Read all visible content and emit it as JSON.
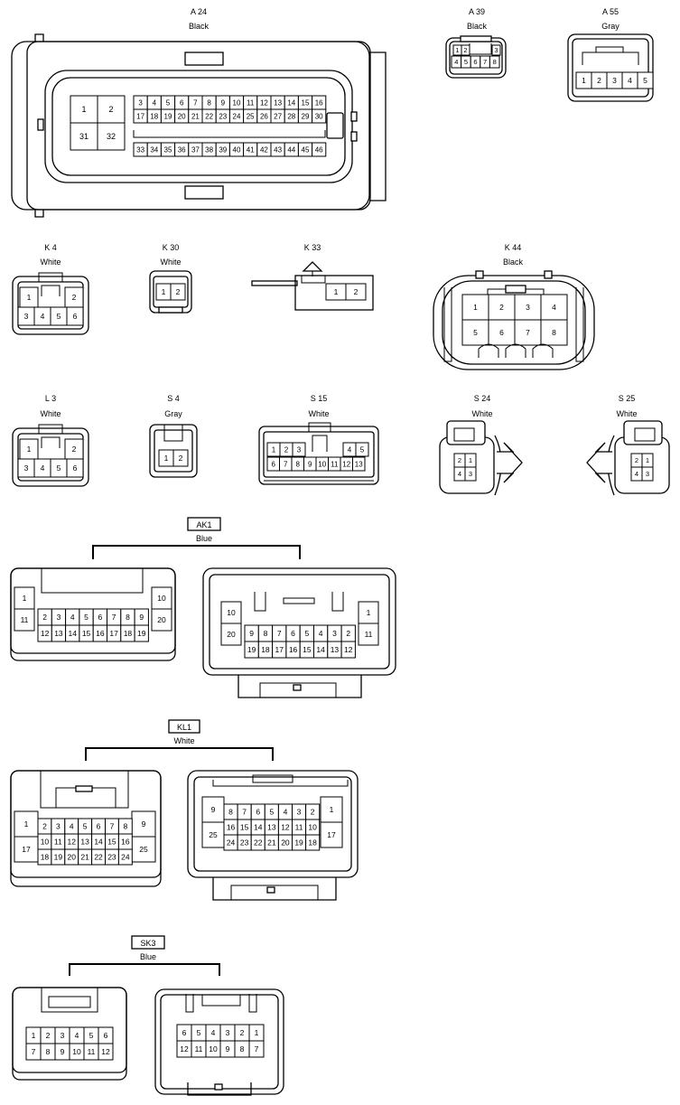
{
  "connectors": {
    "A24": {
      "label": "A 24",
      "color": "Black",
      "big_pins": [
        "1",
        "2",
        "31",
        "32"
      ],
      "row1": [
        "3",
        "4",
        "5",
        "6",
        "7",
        "8",
        "9",
        "10",
        "11",
        "12",
        "13",
        "14",
        "15",
        "16"
      ],
      "row2": [
        "17",
        "18",
        "19",
        "20",
        "21",
        "22",
        "23",
        "24",
        "25",
        "26",
        "27",
        "28",
        "29",
        "30"
      ],
      "row3": [
        "33",
        "34",
        "35",
        "36",
        "37",
        "38",
        "39",
        "40",
        "41",
        "42",
        "43",
        "44",
        "45",
        "46"
      ]
    },
    "A39": {
      "label": "A 39",
      "color": "Black",
      "row1": [
        "1",
        "2",
        "3"
      ],
      "row2": [
        "4",
        "5",
        "6",
        "7",
        "8"
      ]
    },
    "A55": {
      "label": "A 55",
      "color": "Gray",
      "row1": [
        "1",
        "2",
        "3",
        "4",
        "5"
      ]
    },
    "K4": {
      "label": "K 4",
      "color": "White",
      "top": [
        "1",
        "2"
      ],
      "bottom": [
        "3",
        "4",
        "5",
        "6"
      ]
    },
    "K30": {
      "label": "K 30",
      "color": "White",
      "row1": [
        "1",
        "2"
      ]
    },
    "K33": {
      "label": "K 33",
      "color": "",
      "row1": [
        "1",
        "2"
      ]
    },
    "K44": {
      "label": "K 44",
      "color": "Black",
      "row1": [
        "1",
        "2",
        "3",
        "4"
      ],
      "row2": [
        "5",
        "6",
        "7",
        "8"
      ]
    },
    "L3": {
      "label": "L 3",
      "color": "White",
      "top": [
        "1",
        "2"
      ],
      "bottom": [
        "3",
        "4",
        "5",
        "6"
      ]
    },
    "S4": {
      "label": "S 4",
      "color": "Gray",
      "row1": [
        "1",
        "2"
      ]
    },
    "S15": {
      "label": "S 15",
      "color": "White",
      "left_top": [
        "1",
        "2",
        "3"
      ],
      "right_top": [
        "4",
        "5"
      ],
      "row2": [
        "6",
        "7",
        "8",
        "9",
        "10",
        "11",
        "12",
        "13"
      ]
    },
    "S24": {
      "label": "S 24",
      "color": "White",
      "top": [
        "2",
        "1"
      ],
      "bottom": [
        "4",
        "3"
      ]
    },
    "S25": {
      "label": "S 25",
      "color": "White",
      "top": [
        "2",
        "1"
      ],
      "bottom": [
        "4",
        "3"
      ]
    },
    "AK1": {
      "label": "AK1",
      "color": "Blue",
      "male": {
        "side_left": [
          "1",
          "11"
        ],
        "side_right": [
          "10",
          "20"
        ],
        "row1": [
          "2",
          "3",
          "4",
          "5",
          "6",
          "7",
          "8",
          "9"
        ],
        "row2": [
          "12",
          "13",
          "14",
          "15",
          "16",
          "17",
          "18",
          "19"
        ]
      },
      "female": {
        "side_left": [
          "10",
          "20"
        ],
        "side_right": [
          "1",
          "11"
        ],
        "row1": [
          "9",
          "8",
          "7",
          "6",
          "5",
          "4",
          "3",
          "2"
        ],
        "row2": [
          "19",
          "18",
          "17",
          "16",
          "15",
          "14",
          "13",
          "12"
        ]
      }
    },
    "KL1": {
      "label": "KL1",
      "color": "White",
      "male": {
        "side_left": [
          "1",
          "17"
        ],
        "side_right": [
          "9",
          "25"
        ],
        "row1": [
          "2",
          "3",
          "4",
          "5",
          "6",
          "7",
          "8"
        ],
        "row2": [
          "10",
          "11",
          "12",
          "13",
          "14",
          "15",
          "16"
        ],
        "row3": [
          "18",
          "19",
          "20",
          "21",
          "22",
          "23",
          "24"
        ]
      },
      "female": {
        "side_left": [
          "9",
          "25"
        ],
        "side_right": [
          "1",
          "17"
        ],
        "row1": [
          "8",
          "7",
          "6",
          "5",
          "4",
          "3",
          "2"
        ],
        "row2": [
          "16",
          "15",
          "14",
          "13",
          "12",
          "11",
          "10"
        ],
        "row3": [
          "24",
          "23",
          "22",
          "21",
          "20",
          "19",
          "18"
        ]
      }
    },
    "SK3": {
      "label": "SK3",
      "color": "Blue",
      "male": {
        "row1": [
          "1",
          "2",
          "3",
          "4",
          "5",
          "6"
        ],
        "row2": [
          "7",
          "8",
          "9",
          "10",
          "11",
          "12"
        ]
      },
      "female": {
        "row1": [
          "6",
          "5",
          "4",
          "3",
          "2",
          "1"
        ],
        "row2": [
          "12",
          "11",
          "10",
          "9",
          "8",
          "7"
        ]
      }
    }
  }
}
